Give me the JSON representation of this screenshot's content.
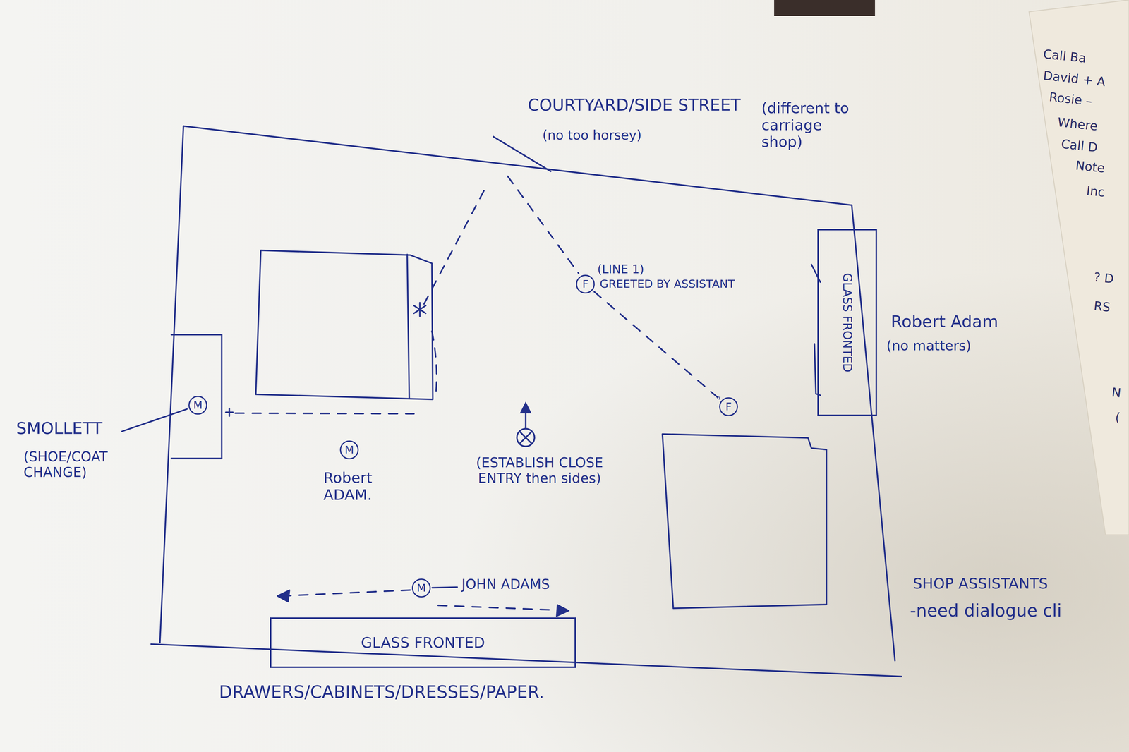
{
  "diagram": {
    "nodes": [
      {
        "text": [
          "GLASS FRONTED"
        ]
      },
      {
        "text": [
          "M"
        ]
      },
      {
        "text": [
          "F"
        ]
      },
      {
        "text": [
          "M"
        ]
      },
      {
        "text": [
          "F"
        ]
      },
      {
        "text": [
          "M"
        ]
      },
      {
        "text": [
          "GLASS FRONTED"
        ]
      }
    ],
    "edges": [
      {
        "from": 2,
        "to": 4,
        "arrow": "to"
      }
    ],
    "labels": [
      "COURTYARD/SIDE STREET",
      "(no too horsey)",
      "(different to carriage shop)",
      "(LINE 1)",
      "GREETED BY ASSISTANT",
      "Robert Adam",
      "(no matters)",
      "SMOLLETT",
      "(SHOE/COAT CHANGE)",
      "Robert ADAM.",
      "(ESTABLISH CLOSE ENTRY then sides)",
      "JOHN ADAMS",
      "DRAWERS/CABINETS/DRESSES/PAPER.",
      "SHOP ASSISTANTS",
      "-need dialogue cli",
      "Call Ba",
      "David + A",
      "Rosie –",
      "Where",
      "Call D",
      "Note",
      "Inc",
      "? D",
      "RS",
      "N",
      "("
    ]
  }
}
